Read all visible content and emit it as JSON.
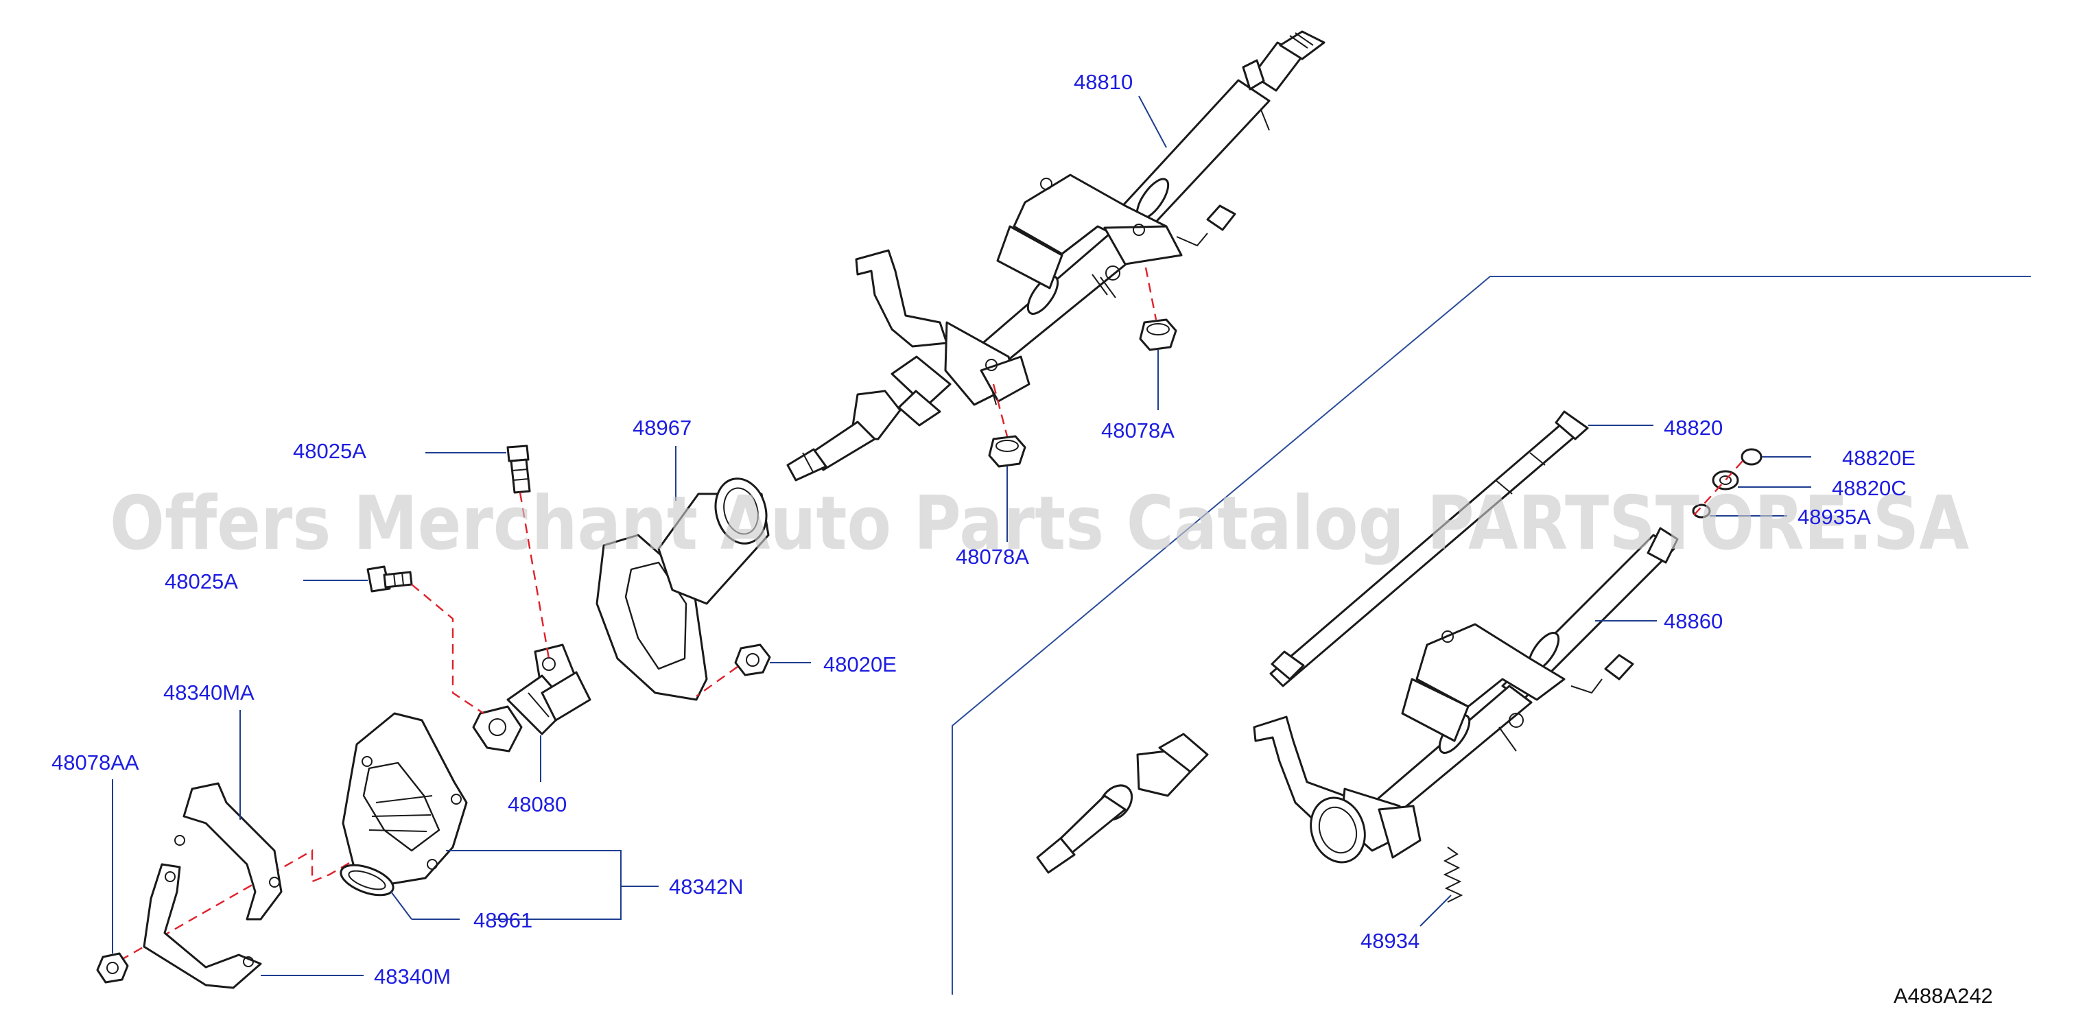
{
  "watermark": "Offers Merchant Auto Parts Catalog PARTSTORE.SA",
  "diagram_code": "A488A242",
  "colors": {
    "label": "#1d1de0",
    "leader": "#1d3d8f",
    "dashed_guide": "#e0202a",
    "line_art": "#1a1a1a",
    "watermark": "#c9c9c9"
  },
  "labels": {
    "p48810": "48810",
    "p48078A_top": "48078A",
    "p48078A_mid": "48078A",
    "p48967": "48967",
    "p48025A_a": "48025A",
    "p48025A_b": "48025A",
    "p48020E": "48020E",
    "p48340MA": "48340MA",
    "p48078AA": "48078AA",
    "p48080": "48080",
    "p48342N": "48342N",
    "p48961": "48961",
    "p48340M": "48340M",
    "p48820": "48820",
    "p48820E": "48820E",
    "p48820C": "48820C",
    "p48935A": "48935A",
    "p48860": "48860",
    "p48934": "48934"
  }
}
